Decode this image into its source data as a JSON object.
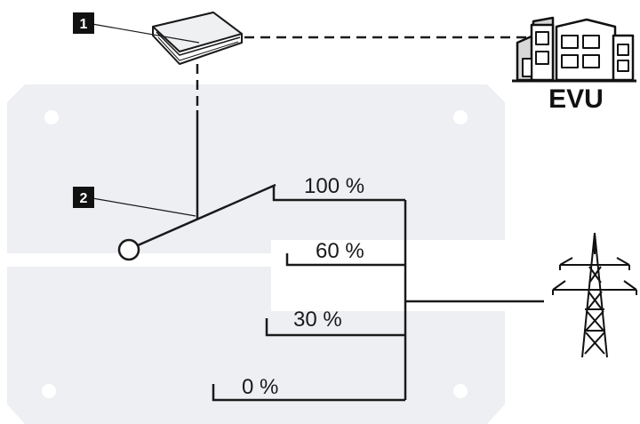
{
  "callouts": [
    {
      "number": "1"
    },
    {
      "number": "2"
    }
  ],
  "utility": {
    "label": "EVU"
  },
  "relay_levels": [
    {
      "label": "100 %"
    },
    {
      "label": "60 %"
    },
    {
      "label": "30 %"
    },
    {
      "label": "0 %"
    }
  ]
}
